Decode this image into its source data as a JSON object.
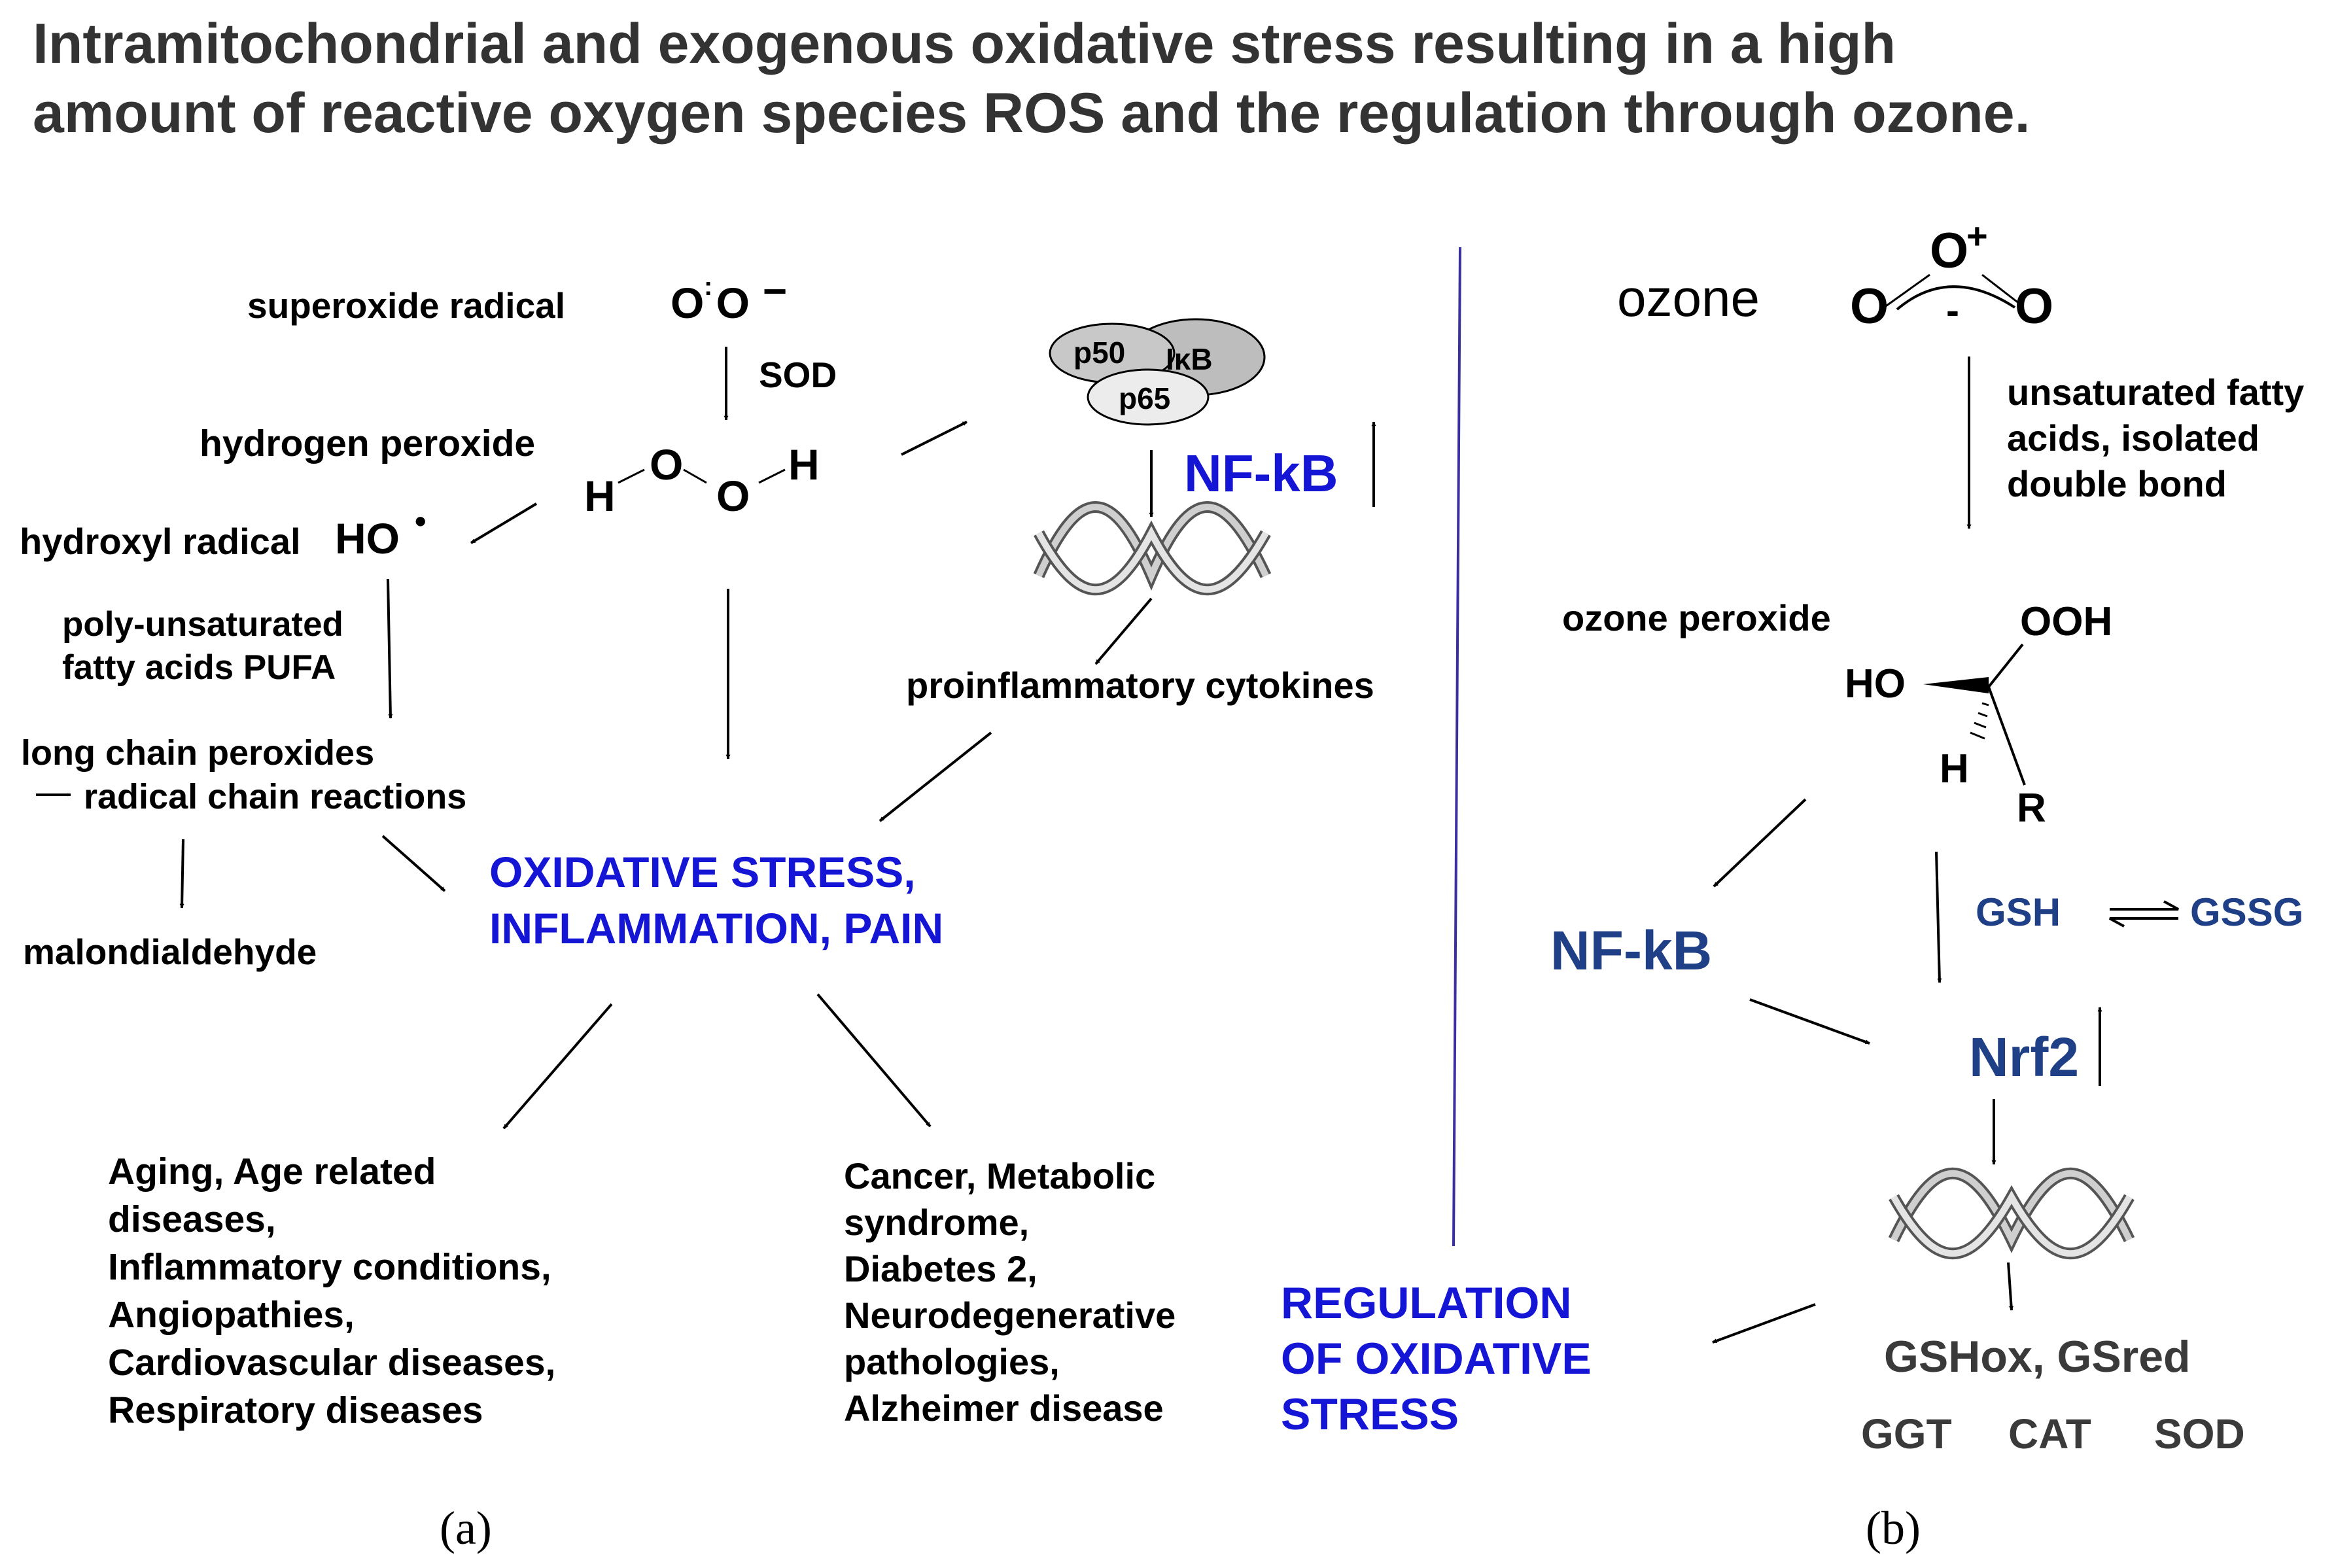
{
  "title": {
    "line1": "Intramitochondrial and exogenous oxidative stress resulting in a high",
    "line2": "amount of reactive oxygen species ROS and the regulation through ozone."
  },
  "panel_a": {
    "superoxide_label": "superoxide radical",
    "superoxide_formula": "O O",
    "superoxide_charge": "−",
    "sod_label": "SOD",
    "hydrogen_peroxide_label": "hydrogen peroxide",
    "h2o2_atoms": [
      "H",
      "O",
      "O",
      "H"
    ],
    "hydroxyl_label": "hydroxyl radical",
    "hydroxyl_formula": "HO",
    "pufa_label": [
      "poly-unsaturated",
      "fatty acids PUFA"
    ],
    "long_chain_label": "long chain peroxides",
    "radical_chain_label": "radical chain reactions",
    "malondialdehyde_label": "malondialdehyde",
    "complex_labels": [
      "p50",
      "IκB",
      "p65"
    ],
    "nfkb_label": "NF-kB",
    "proinflammatory_label": "proinflammatory cytokines",
    "oxidative_stress_label": [
      "OXIDATIVE STRESS,",
      "INFLAMMATION, PAIN"
    ],
    "diseases_left": [
      "Aging, Age related",
      "diseases,",
      "Inflammatory conditions,",
      "Angiopathies,",
      "Cardiovascular diseases,",
      "Respiratory diseases"
    ],
    "diseases_right": [
      "Cancer, Metabolic",
      "syndrome,",
      "Diabetes 2,",
      "Neurodegenerative",
      "pathologies,",
      "Alzheimer disease"
    ],
    "panel_label": "(a)"
  },
  "panel_b": {
    "ozone_label": "ozone",
    "ozone_atoms": [
      "O",
      "O",
      "O"
    ],
    "ozone_charges": [
      "+",
      "-"
    ],
    "fatty_acids_label": [
      "unsaturated fatty",
      "acids, isolated",
      "double bond"
    ],
    "ozone_peroxide_label": "ozone peroxide",
    "peroxide_groups": [
      "OOH",
      "HO",
      "H",
      "R"
    ],
    "nfkb_label": "NF-kB",
    "gsh_label": "GSH",
    "gssg_label": "GSSG",
    "nrf2_label": "Nrf2",
    "regulation_label": [
      "REGULATION",
      "OF OXIDATIVE",
      "STRESS"
    ],
    "gshox_label": "GSHox, GSred",
    "enzymes": [
      "GGT",
      "CAT",
      "SOD"
    ],
    "panel_label": "(b)"
  },
  "colors": {
    "blue": "#1515d6",
    "navy": "#1f3f86",
    "divider": "#3b2fa0",
    "title_gray": "#333333"
  }
}
